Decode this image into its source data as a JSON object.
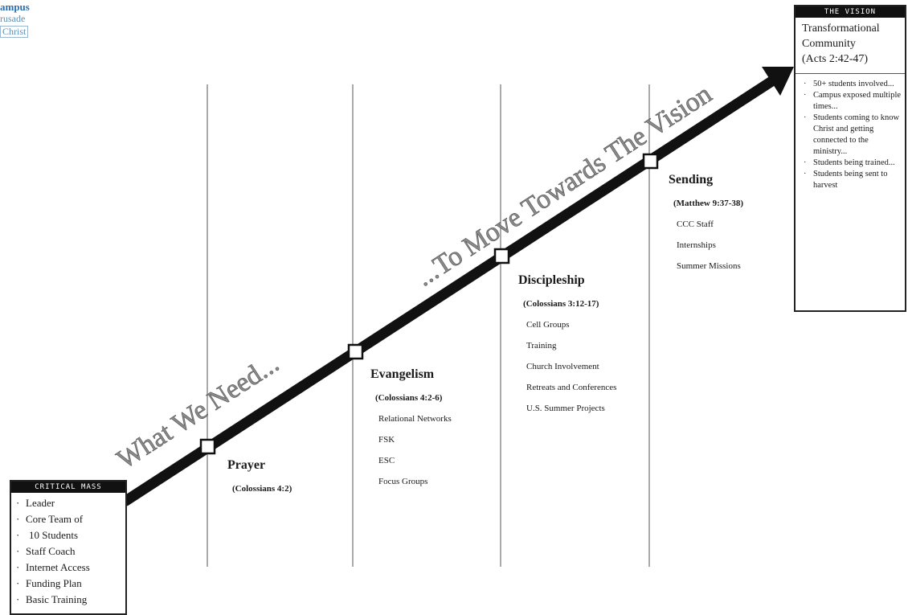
{
  "logo": {
    "line1": "ampus",
    "line2": "rusade",
    "line3": "Christ"
  },
  "phrases": {
    "need": "What We Need...",
    "move": "...To Move Towards The Vision"
  },
  "stages": [
    {
      "title": "Prayer",
      "ref": "(Colossians 4:2)",
      "items": []
    },
    {
      "title": "Evangelism",
      "ref": "(Colossians 4:2-6)",
      "items": [
        "Relational Networks",
        "FSK",
        "ESC",
        "Focus Groups"
      ]
    },
    {
      "title": "Discipleship",
      "ref": "(Colossians 3:12-17)",
      "items": [
        "Cell Groups",
        "Training",
        "Church Involvement",
        "Retreats and Conferences",
        "U.S. Summer Projects"
      ]
    },
    {
      "title": "Sending",
      "ref": "(Matthew 9:37-38)",
      "items": [
        "CCC Staff",
        "Internships",
        "Summer Missions"
      ]
    }
  ],
  "critical_mass": {
    "header": "CRITICAL MASS",
    "items": [
      "Leader",
      "Core Team of",
      "10 Students",
      "Staff Coach",
      "Internet Access",
      "Funding Plan",
      "Basic Training"
    ]
  },
  "vision": {
    "header": "THE VISION",
    "title_lines": [
      "Transformational",
      "Community",
      "(Acts 2:42-47)"
    ],
    "items": [
      "50+ students involved...",
      "Campus exposed multiple times...",
      "Students coming to know Christ and getting connected to the ministry...",
      "Students being trained...",
      "Students being sent to harvest"
    ]
  },
  "colors": {
    "arrow": "#111111",
    "divider": "#aaaaaa",
    "phrase": "#8a8a8a"
  }
}
